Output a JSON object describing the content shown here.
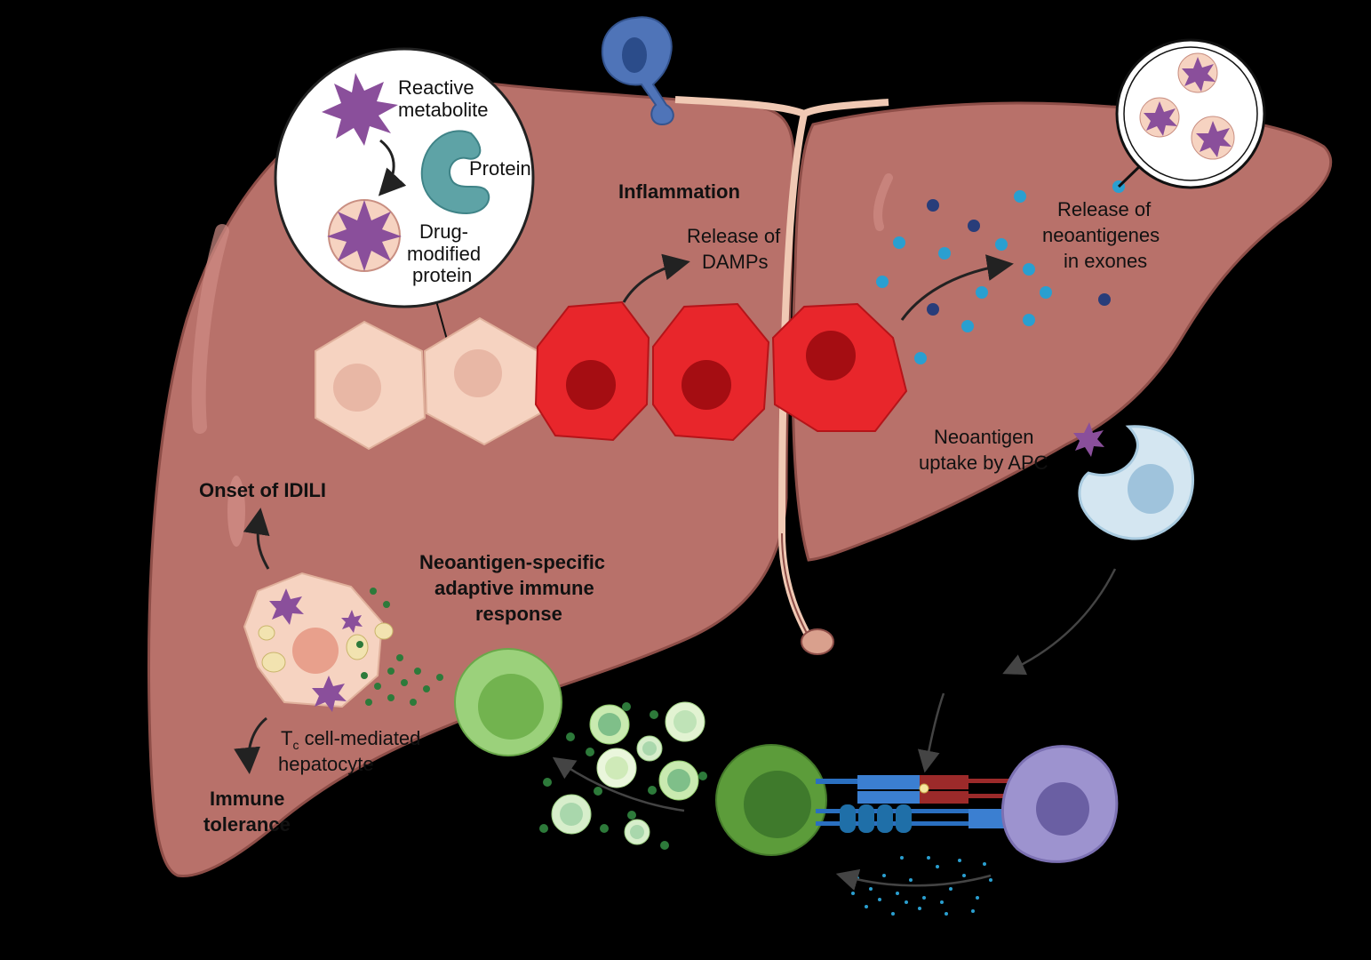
{
  "labels": {
    "reactive_metabolite_1": "Reactive",
    "reactive_metabolite_2": "metabolite",
    "protein": "Protein",
    "drug_modified_1": "Drug-",
    "drug_modified_2": "modified",
    "drug_modified_3": "protein",
    "inflammation": "Inflammation",
    "damps_1": "Release of",
    "damps_2": "DAMPs",
    "neoantigenes_1": "Release of",
    "neoantigenes_2": "neoantigenes",
    "neoantigenes_3": "in exones",
    "uptake_1": "Neoantigen",
    "uptake_2": "uptake by APC",
    "onset": "Onset of IDILI",
    "adaptive_1": "Neoantigen-specific",
    "adaptive_2": "adaptive immune",
    "adaptive_3": "response",
    "tc_main": "T",
    "tc_sub": "c",
    "tc_rest": " cell-mediated",
    "tc_line2": "hepatocyte",
    "tolerance_1": "Immune",
    "tolerance_2": "tolerance"
  },
  "colors": {
    "background": "#000000",
    "liver": "#b8716a",
    "liver_dark": "#9e5a54",
    "healthy_cell": "#f6d3c1",
    "damaged_cell": "#e8262b",
    "nucleus_damaged": "#a50d12",
    "metabolite": "#8a4f9b",
    "protein": "#5ea3a6",
    "apc_blue": "#d4e6f1",
    "macrophage": "#4f74b8",
    "t_cell": "#5c9c3a",
    "t_cell_light": "#9bd17b",
    "dendritic": "#9d93cf",
    "particle_cyan": "#2a9fd0",
    "particle_navy": "#283d7a"
  }
}
